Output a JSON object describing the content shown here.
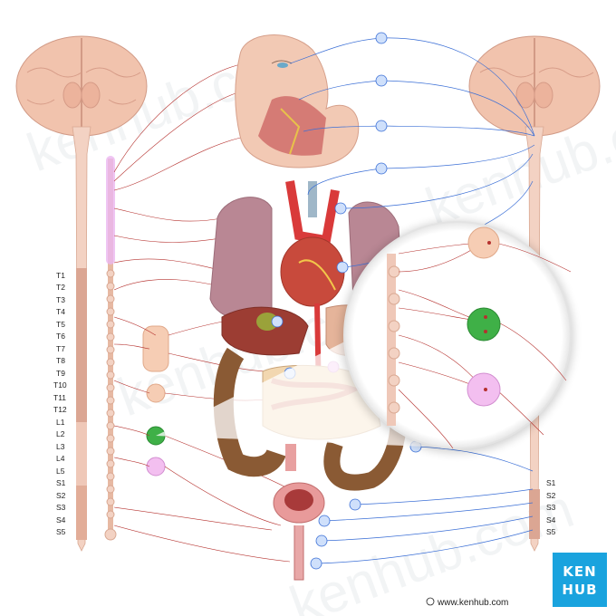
{
  "segments_left": [
    "T1",
    "T2",
    "T3",
    "T4",
    "T5",
    "T6",
    "T7",
    "T8",
    "T9",
    "T10",
    "T11",
    "T12",
    "L1",
    "L2",
    "L3",
    "L4",
    "L5",
    "S1",
    "S2",
    "S3",
    "S4",
    "S5"
  ],
  "segments_right": [
    "S1",
    "S2",
    "S3",
    "S4",
    "S5"
  ],
  "credit": "www.kenhub.com",
  "logo": {
    "line1": "KEN",
    "line2": "HUB"
  },
  "watermark": "kenhub.com",
  "colors": {
    "sympathetic": "#b5312e",
    "parasympathetic": "#3b6fd6",
    "ganglion_green": "#3fb047",
    "ganglion_pink": "#f3bff0",
    "ganglion_peach": "#f6cdb4",
    "logo": "#1aa3de"
  }
}
